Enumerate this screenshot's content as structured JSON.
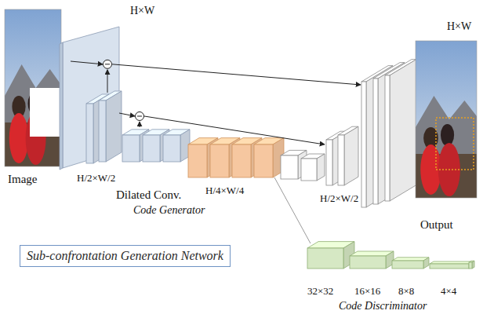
{
  "diagram": {
    "nodes": [
      {
        "text": [
          "Sub-confrontation Generation Network"
        ]
      }
    ],
    "labels": [
      "H×W",
      "Image",
      "H/2×W/2",
      "Dilated Conv.",
      "Code Generator",
      "H/4×W/4",
      "H/2×W/2",
      "Output",
      "H×W",
      "32×32",
      "16×16",
      "8×8",
      "4×4",
      "Code Discriminator"
    ]
  }
}
